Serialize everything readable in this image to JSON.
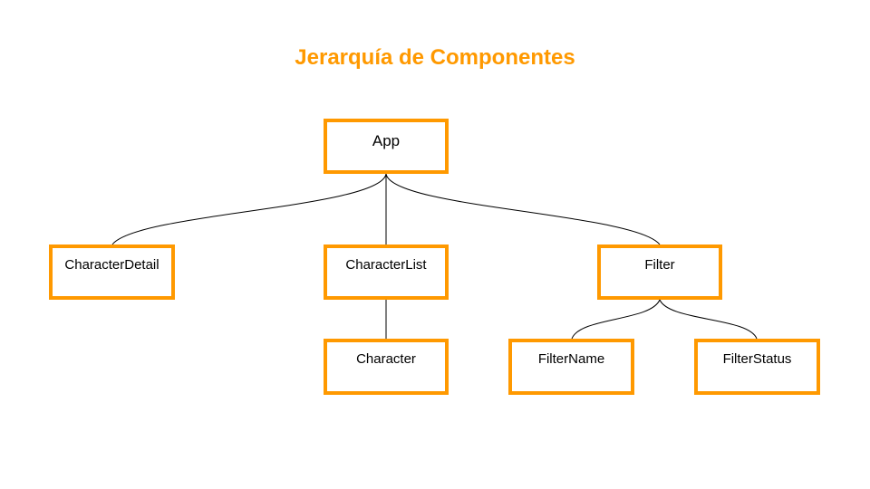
{
  "diagram": {
    "title": "Jerarquía de Componentes",
    "colors": {
      "accent": "#ff9900",
      "connector": "#000000",
      "text": "#000000"
    },
    "nodes": {
      "app": "App",
      "character_detail": "CharacterDetail",
      "character_list": "CharacterList",
      "filter": "Filter",
      "character": "Character",
      "filter_name": "FilterName",
      "filter_status": "FilterStatus"
    },
    "edges": [
      {
        "from": "App",
        "to": "CharacterDetail"
      },
      {
        "from": "App",
        "to": "CharacterList"
      },
      {
        "from": "App",
        "to": "Filter"
      },
      {
        "from": "CharacterList",
        "to": "Character"
      },
      {
        "from": "Filter",
        "to": "FilterName"
      },
      {
        "from": "Filter",
        "to": "FilterStatus"
      }
    ]
  }
}
